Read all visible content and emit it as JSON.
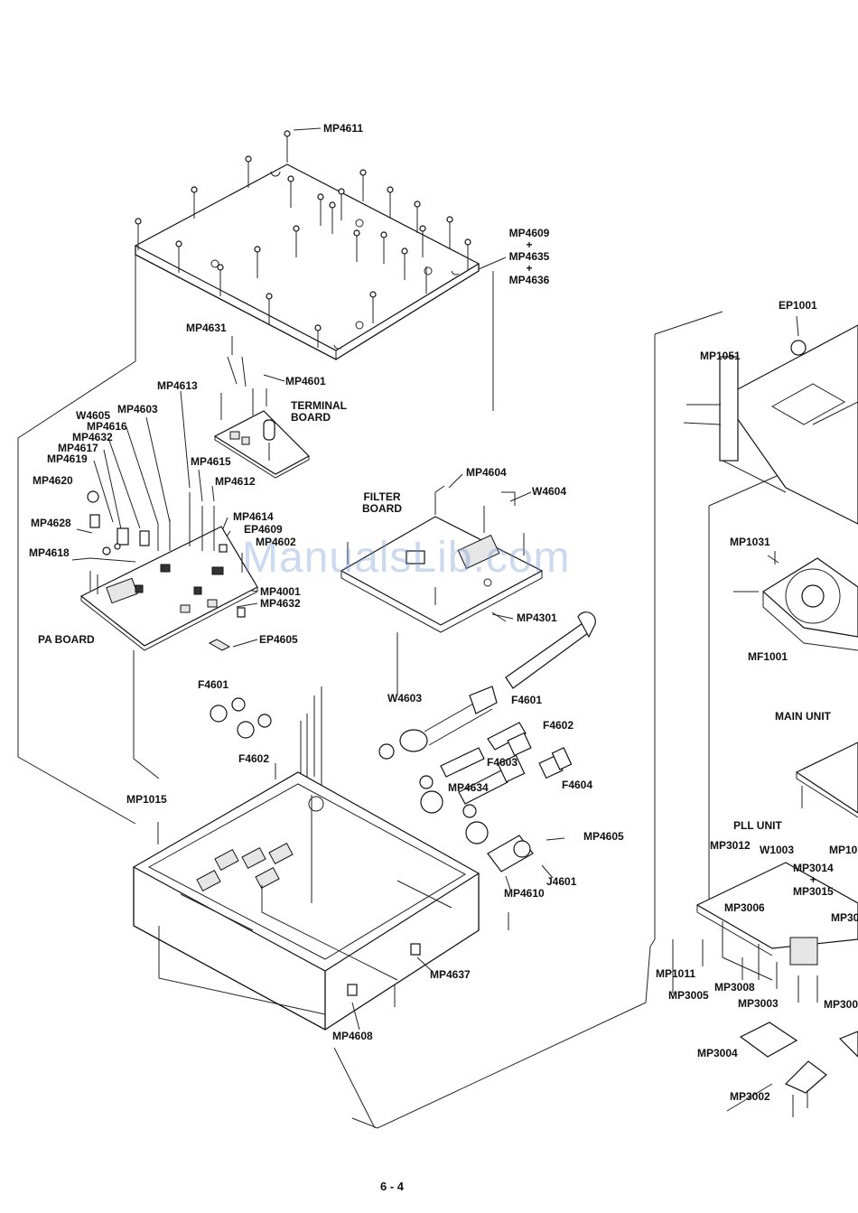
{
  "watermark": "ManualsLib.com",
  "page_number": "6 - 4",
  "labels": {
    "mp4611": "MP4611",
    "mp4609": "MP4609",
    "plus1": "+",
    "mp4635": "MP4635",
    "plus2": "+",
    "mp4636": "MP4636",
    "ep1001": "EP1001",
    "mp1051": "MP1051",
    "mp4631": "MP4631",
    "mp4601": "MP4601",
    "mp4613": "MP4613",
    "terminal_board_1": "TERMINAL",
    "terminal_board_2": "BOARD",
    "w4605": "W4605",
    "mp4603": "MP4603",
    "mp4616": "MP4616",
    "mp4632a": "MP4632",
    "mp4617": "MP4617",
    "mp4619": "MP4619",
    "mp4615": "MP4615",
    "mp4620": "MP4620",
    "mp4612": "MP4612",
    "mp4604": "MP4604",
    "w4604": "W4604",
    "filter_board_1": "FILTER",
    "filter_board_2": "BOARD",
    "mp4628": "MP4628",
    "mp4614": "MP4614",
    "ep4609": "EP4609",
    "mp4602": "MP4602",
    "mp4618": "MP4618",
    "mp4001": "MP4001",
    "mp4632b": "MP4632",
    "pa_board": "PA BOARD",
    "mp1031": "MP1031",
    "mp4301": "MP4301",
    "ep4605": "EP4605",
    "mf1001": "MF1001",
    "f4601a": "F4601",
    "w4603": "W4603",
    "f4601b": "F4601",
    "f4602a": "F4602",
    "main_unit": "MAIN UNIT",
    "f4602b": "F4602",
    "f4603": "F4603",
    "f4604": "F4604",
    "mp4634": "MP4634",
    "mp1015": "MP1015",
    "pll_unit": "PLL UNIT",
    "mp4605": "MP4605",
    "mp3012": "MP3012",
    "w1003": "W1003",
    "mp10_clip": "MP10",
    "j4601": "J4601",
    "mp3014": "MP3014",
    "plus3": "+",
    "mp3015": "MP3015",
    "mp4610": "MP4610",
    "mp3006": "MP3006",
    "mp30_clip": "MP30",
    "mp4637": "MP4637",
    "mp1011": "MP1011",
    "mp3008": "MP3008",
    "mp3005": "MP3005",
    "mp3003": "MP3003",
    "mp300_clip": "MP300",
    "mp4608": "MP4608",
    "mp3004": "MP3004",
    "mp3002": "MP3002"
  }
}
